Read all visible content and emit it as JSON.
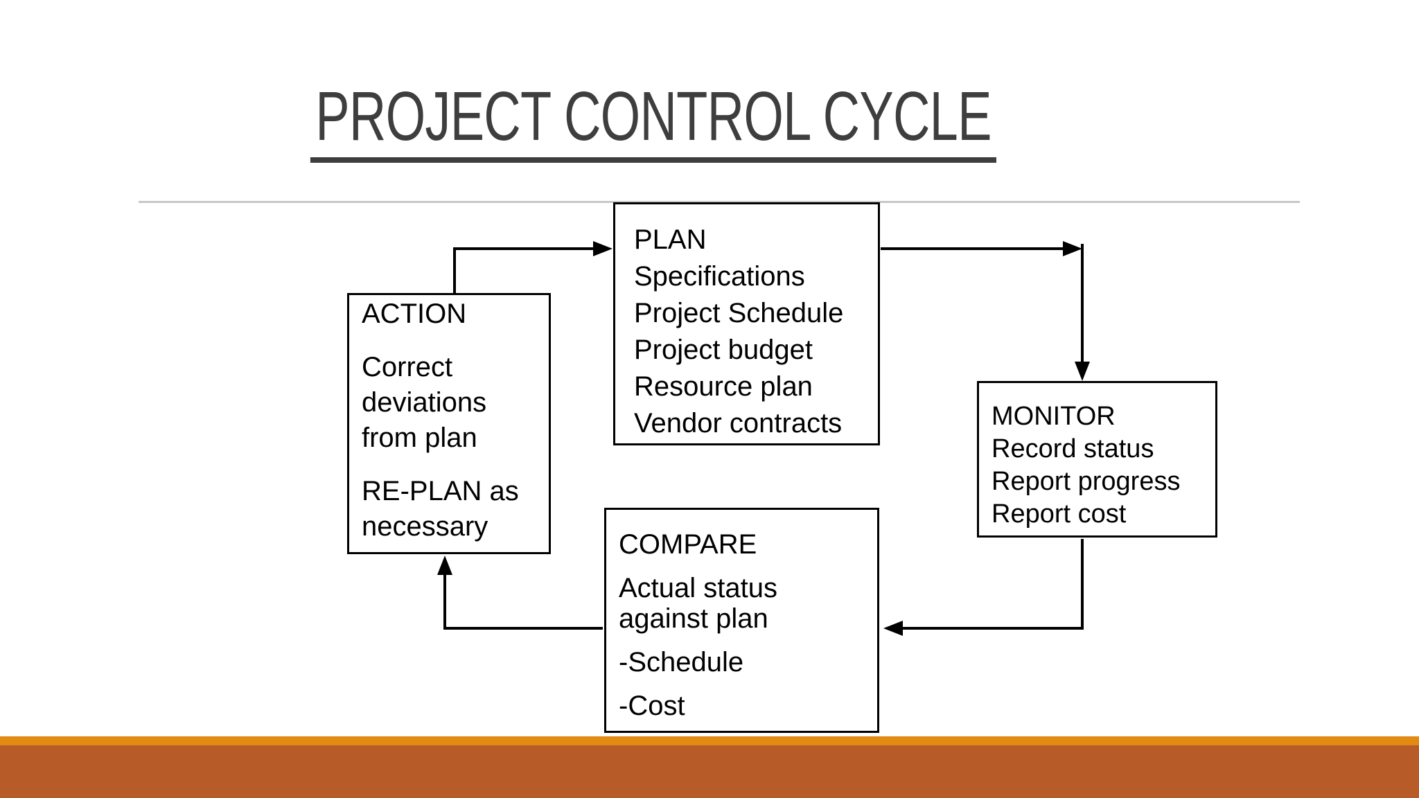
{
  "slide": {
    "title": "PROJECT CONTROL CYCLE"
  },
  "boxes": {
    "plan": {
      "heading": "PLAN",
      "lines": [
        "Specifications",
        "Project Schedule",
        "Project budget",
        "Resource plan",
        "Vendor contracts"
      ]
    },
    "monitor": {
      "heading": "MONITOR",
      "lines": [
        "Record status",
        "Report progress",
        "Report cost"
      ]
    },
    "compare": {
      "heading": "COMPARE",
      "paragraphs": [
        "Actual status against plan",
        "-Schedule",
        "-Cost"
      ]
    },
    "action": {
      "heading": "ACTION",
      "paragraphs": [
        "Correct deviations from plan",
        "RE-PLAN as necessary"
      ]
    }
  },
  "arrows": [
    {
      "name": "action-to-plan",
      "from": "ACTION",
      "to": "PLAN"
    },
    {
      "name": "plan-to-monitor",
      "from": "PLAN",
      "to": "MONITOR"
    },
    {
      "name": "monitor-to-compare",
      "from": "MONITOR",
      "to": "COMPARE"
    },
    {
      "name": "compare-to-action",
      "from": "COMPARE",
      "to": "ACTION"
    }
  ],
  "colors": {
    "title_text": "#3E3E3E",
    "title_underline": "#3E3E3E",
    "divider": "#C7C7C7",
    "box_border": "#000000",
    "body_text": "#000000",
    "arrow": "#000000",
    "footer_stripe": "#E28A12",
    "footer_bar": "#B75B28",
    "background": "#FFFFFF"
  }
}
